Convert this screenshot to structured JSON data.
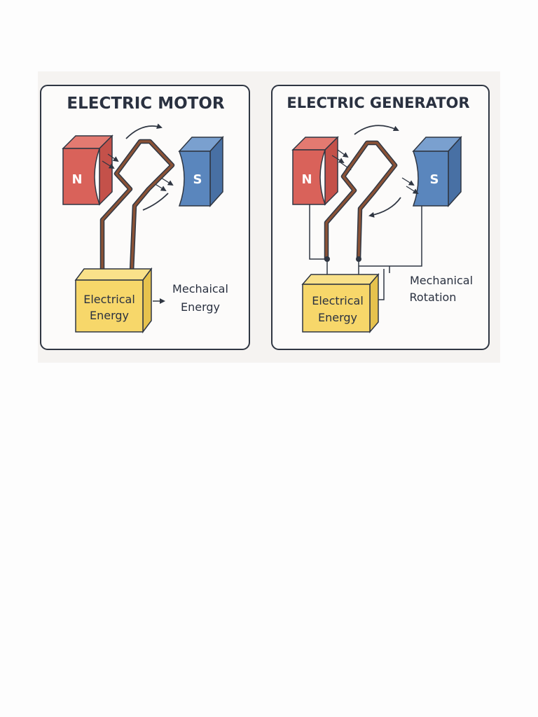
{
  "motor": {
    "title": "ELECTRIC MOTOR",
    "north_label": "N",
    "south_label": "S",
    "box_line1": "Electrical",
    "box_line2": "Energy",
    "output_line1": "Mechaical",
    "output_line2": "Energy"
  },
  "generator": {
    "title": "ELECTRIC GENERATOR",
    "north_label": "N",
    "south_label": "S",
    "box_line1": "Electrical",
    "box_line2": "Energy",
    "output_line1": "Mechanical",
    "output_line2": "Rotation"
  },
  "colors": {
    "north": "#d9625a",
    "south": "#5a86bd",
    "box": "#f7d76a",
    "wire": "#7a4a33",
    "outline": "#2f3642"
  }
}
